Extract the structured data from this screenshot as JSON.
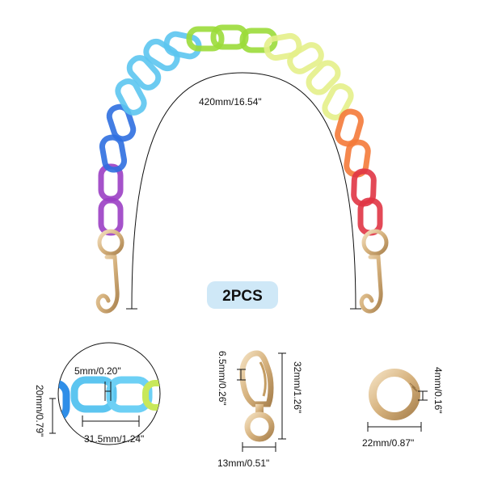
{
  "badge": "2PCS",
  "strap_length": "420mm/16.54\"",
  "detail": {
    "link_gap": "5mm/0.20\"",
    "link_width": "20mm/0.79\"",
    "link_length": "31.5mm/1.24\""
  },
  "clasp": {
    "ring_size": "6.5mm/0.26\"",
    "length": "32mm/1.26\"",
    "width": "13mm/0.51\""
  },
  "ring": {
    "thickness": "4mm/0.16\"",
    "diameter": "22mm/0.87\""
  },
  "colors": {
    "hardware": "#d9b889",
    "purple": "#9b3fc4",
    "blue": "#2f6fe0",
    "sky": "#5cc5f0",
    "green": "#9bdc3a",
    "yellow": "#e4ef8a",
    "orange": "#f47a3a",
    "red": "#e03545"
  }
}
